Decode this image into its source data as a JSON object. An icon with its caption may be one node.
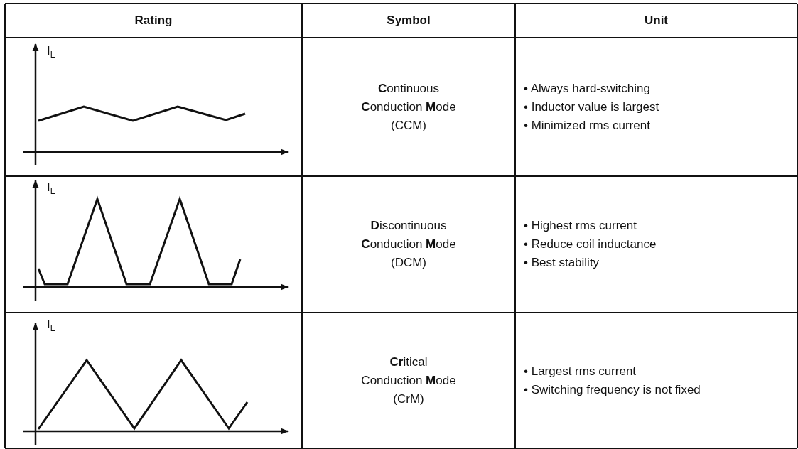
{
  "diagram": {
    "labels": [
      "Rating",
      "Symbol",
      "Unit",
      "I$_{L}$",
      "**C**ontinuous **C**onduction **M**ode (CCM)",
      "• Always hard-switching",
      "• Inductor value is largest",
      "• Minimized rms current",
      "I$_{L}$",
      "**D**iscontinuous **C**onduction **M**ode (DCM)",
      "• Highest rms current",
      "• Reduce coil inductance",
      "• Best stability",
      "I$_{L}$",
      "**Cr**itical Conduction **M**ode (CrM)",
      "• Largest rms current",
      "• Switching frequency is not fixed"
    ]
  }
}
